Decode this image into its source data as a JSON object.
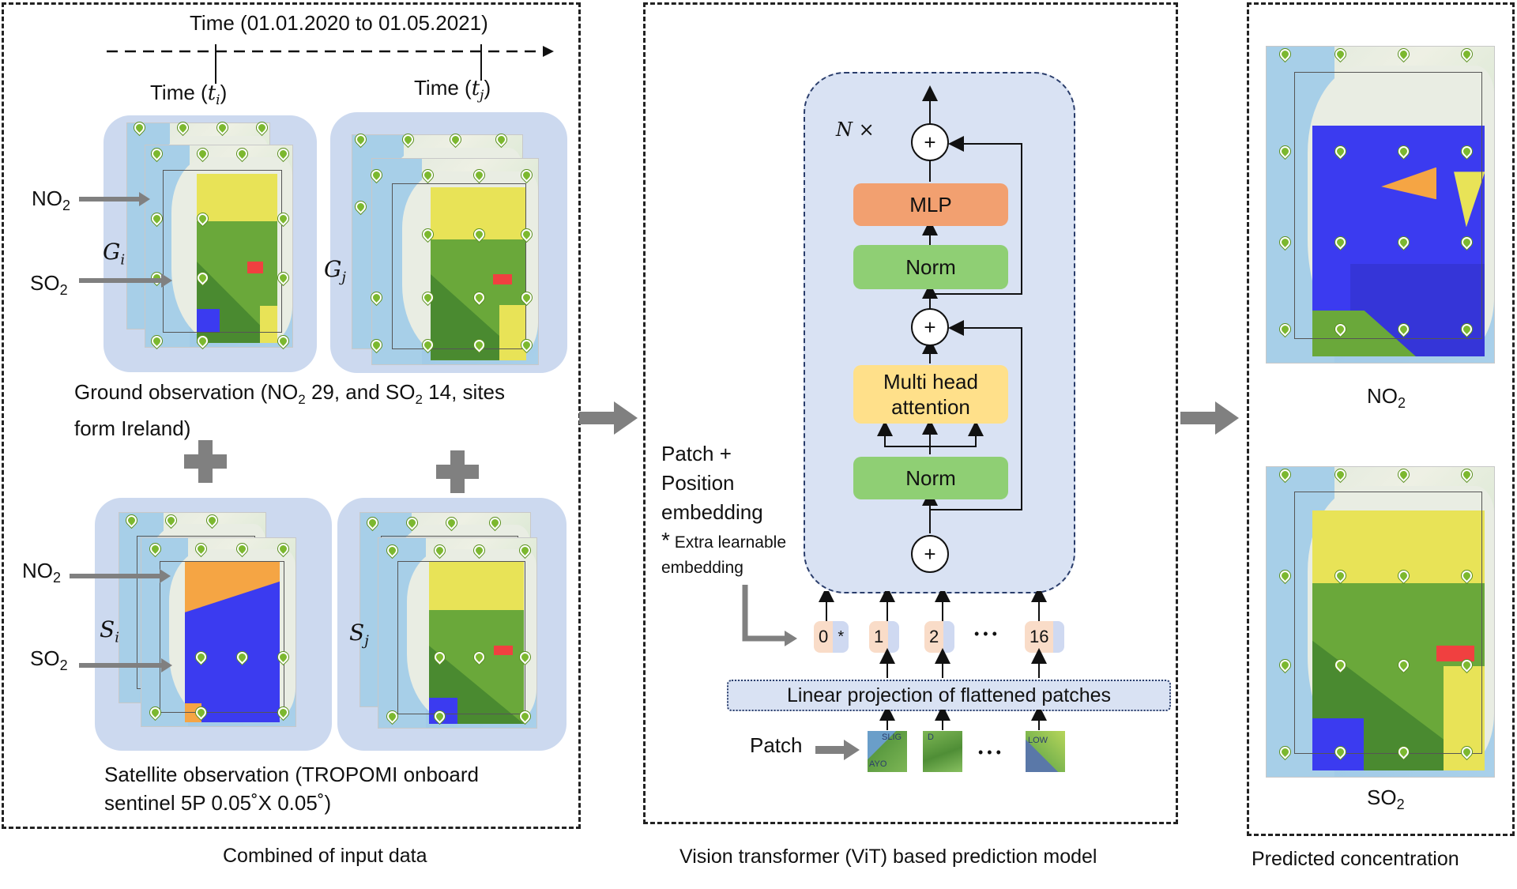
{
  "panel_captions": {
    "input": "Combined of input data",
    "model": "Vision transformer (ViT) based prediction model",
    "output": "Predicted concentration"
  },
  "time_axis": {
    "label": "Time (01.01.2020 to 01.05.2021)",
    "ti": "Time (",
    "ti_var": "t",
    "ti_sub": "i",
    "tj": "Time (",
    "tj_var": "t",
    "tj_sub": "j",
    "close": ")"
  },
  "inputs": {
    "no2": "NO",
    "so2": "SO",
    "sub2": "2",
    "g_var": "G",
    "s_var": "S",
    "sub_i": "i",
    "sub_j": "j",
    "ground_caption_1": "Ground observation (NO",
    "ground_caption_2": " 29, and SO",
    "ground_caption_3": " 14, sites",
    "ground_caption_4": "form Ireland)",
    "sat_caption_1": "Satellite observation (TROPOMI onboard",
    "sat_caption_2": "sentinel 5P 0.05˚X 0.05˚)"
  },
  "vit": {
    "n_times": "N ×",
    "mlp": "MLP",
    "norm_top": "Norm",
    "mha": "Multi head attention",
    "norm_bottom": "Norm",
    "plus": "+",
    "patch_pos_1": "Patch +",
    "patch_pos_2": "Position",
    "patch_pos_3": "embedding",
    "extra_star": "*",
    "extra_1": "Extra learnable",
    "extra_2": "embedding",
    "tokens": [
      "0",
      "1",
      "2",
      "16"
    ],
    "token_star": "*",
    "ellipsis": "• • •",
    "linear_proj": "Linear projection of flattened patches",
    "patch_label": "Patch",
    "patch_texts": [
      "SLIG",
      "AYO",
      "D",
      "LOW"
    ]
  },
  "outputs": {
    "no2": "NO",
    "so2": "SO",
    "sub2": "2"
  },
  "colors": {
    "frame": "#ccd9ef",
    "mlp": "#f2a070",
    "norm": "#8fcf74",
    "mha": "#ffe08a",
    "vit_box": "#d9e2f3",
    "arrow_gray": "#808080",
    "overlay_blue": "#3b3bf0",
    "overlay_green": "#6aa83a",
    "overlay_yellow": "#e8e357",
    "overlay_orange": "#f5a544",
    "overlay_red": "#f04040"
  }
}
